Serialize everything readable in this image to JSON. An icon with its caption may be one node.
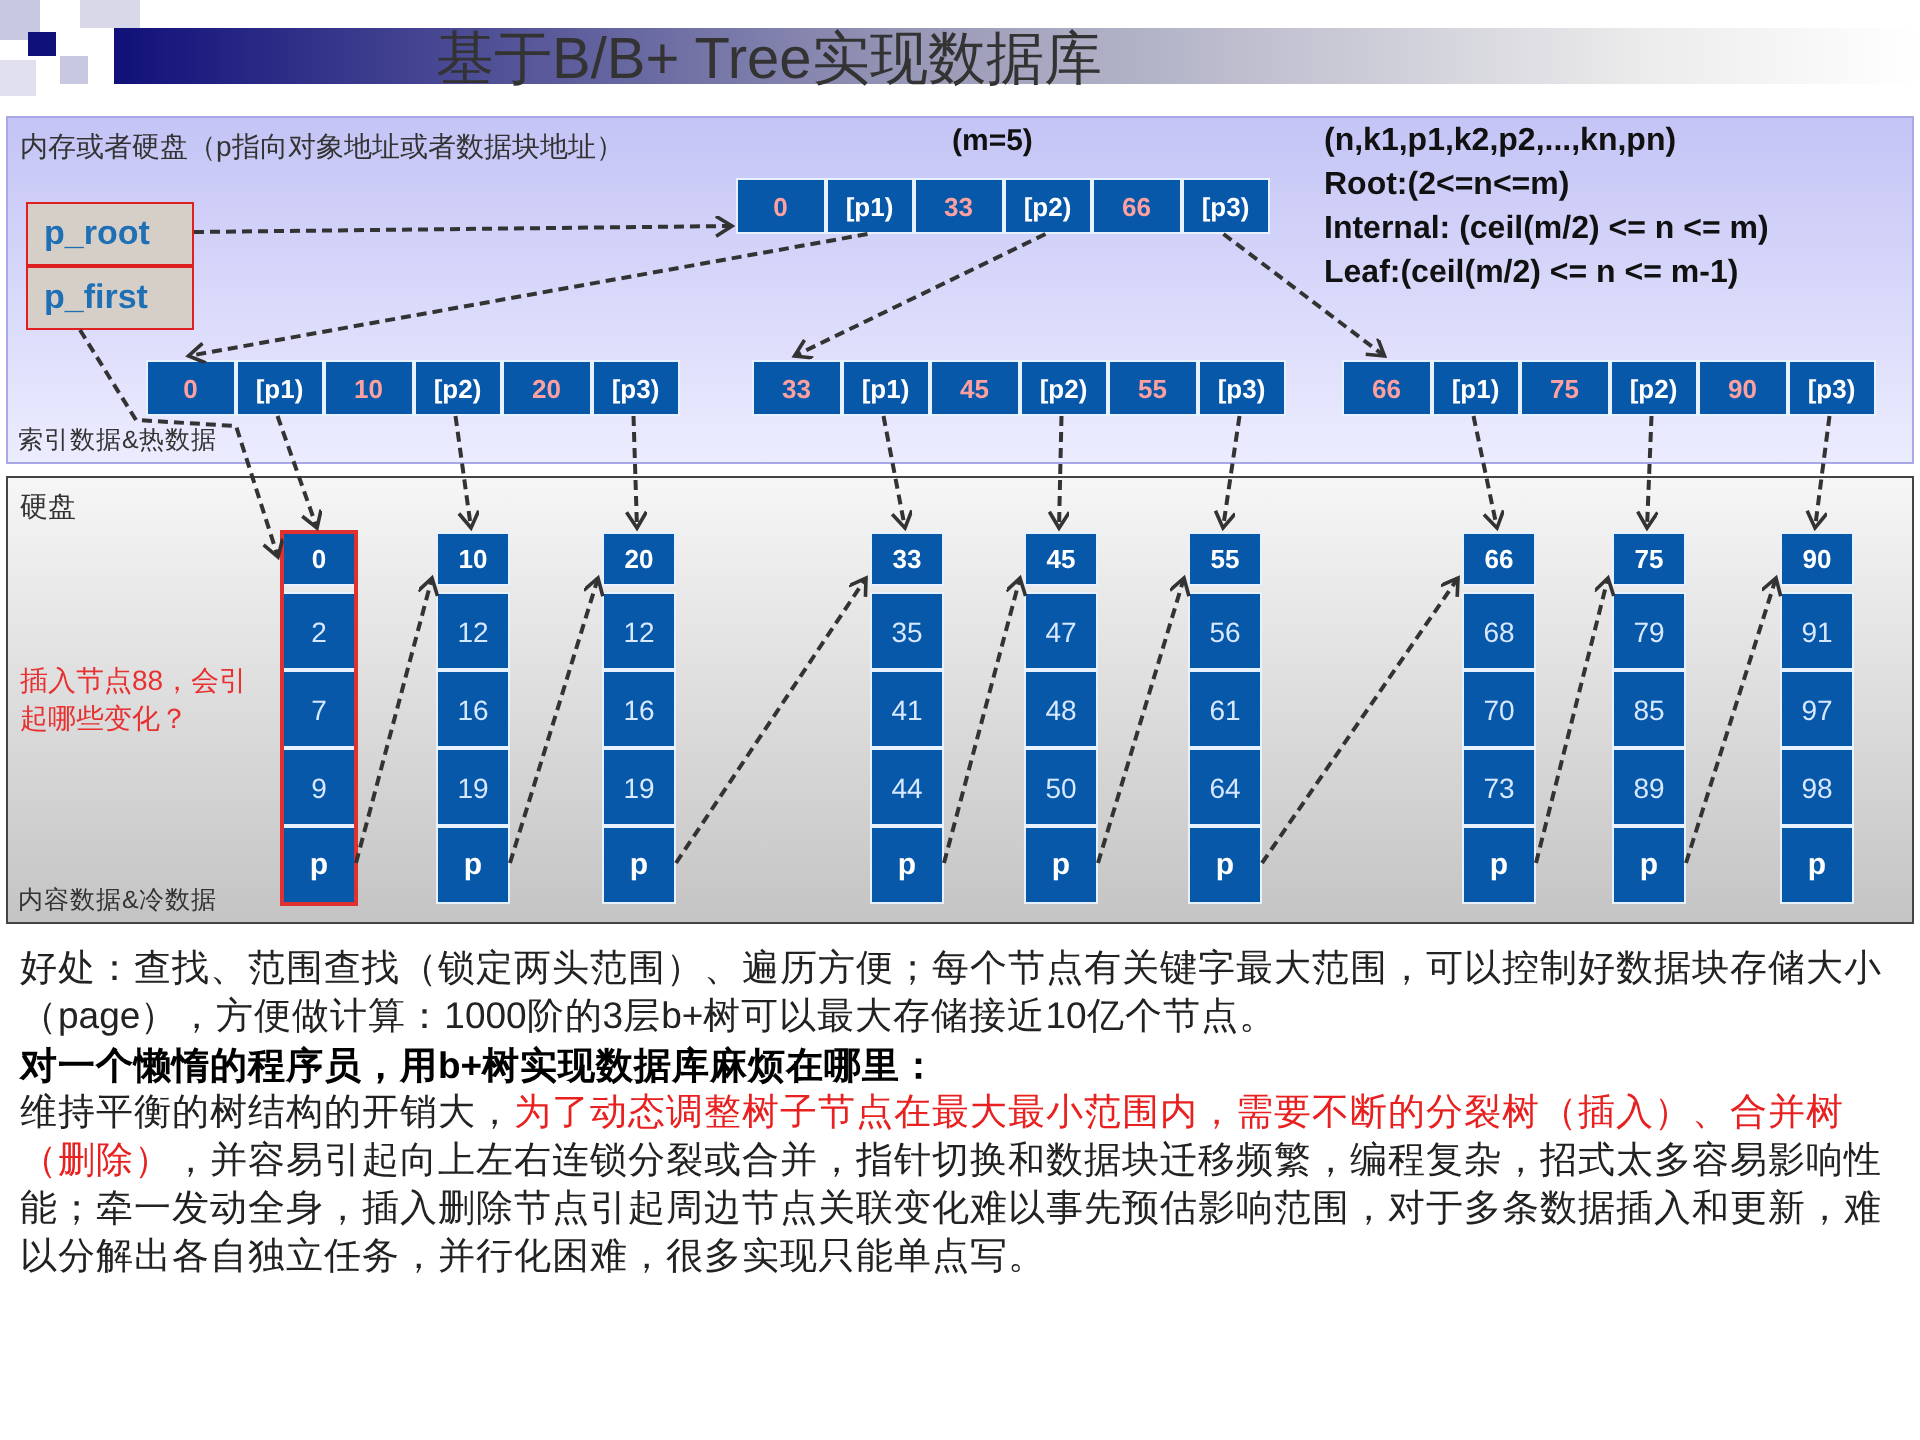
{
  "diagram": {
    "title": "基于B/B+ Tree实现数据库",
    "nodes": [
      {
        "text": [
          "内存或者硬盘（p指向对象地址或者数据块地址）",
          "索引数据&热数据"
        ]
      },
      {
        "text": [
          "硬盘",
          "内容数据&冷数据"
        ]
      },
      {
        "text": [
          "p_root"
        ],
        "in": 0
      },
      {
        "text": [
          "p_first"
        ],
        "in": 0
      },
      {
        "text": [
          "0"
        ],
        "in": 0
      },
      {
        "text": [
          "[p1)"
        ],
        "in": 0
      },
      {
        "text": [
          "33"
        ],
        "in": 0
      },
      {
        "text": [
          "[p2)"
        ],
        "in": 0
      },
      {
        "text": [
          "66"
        ],
        "in": 0
      },
      {
        "text": [
          "[p3)"
        ],
        "in": 0
      },
      {
        "text": [
          "0"
        ],
        "in": 0
      },
      {
        "text": [
          "[p1)"
        ],
        "in": 0
      },
      {
        "text": [
          "10"
        ],
        "in": 0
      },
      {
        "text": [
          "[p2)"
        ],
        "in": 0
      },
      {
        "text": [
          "20"
        ],
        "in": 0
      },
      {
        "text": [
          "[p3)"
        ],
        "in": 0
      },
      {
        "text": [
          "33"
        ],
        "in": 0
      },
      {
        "text": [
          "[p1)"
        ],
        "in": 0
      },
      {
        "text": [
          "45"
        ],
        "in": 0
      },
      {
        "text": [
          "[p2)"
        ],
        "in": 0
      },
      {
        "text": [
          "55"
        ],
        "in": 0
      },
      {
        "text": [
          "[p3)"
        ],
        "in": 0
      },
      {
        "text": [
          "66"
        ],
        "in": 0
      },
      {
        "text": [
          "[p1)"
        ],
        "in": 0
      },
      {
        "text": [
          "75"
        ],
        "in": 0
      },
      {
        "text": [
          "[p2)"
        ],
        "in": 0
      },
      {
        "text": [
          "90"
        ],
        "in": 0
      },
      {
        "text": [
          "[p3)"
        ],
        "in": 0
      },
      {
        "text": [
          "0"
        ],
        "in": 1
      },
      {
        "text": [
          "2"
        ],
        "in": 1
      },
      {
        "text": [
          "7"
        ],
        "in": 1
      },
      {
        "text": [
          "9"
        ],
        "in": 1
      },
      {
        "text": [
          "p"
        ],
        "in": 1
      },
      {
        "text": [
          "10"
        ],
        "in": 1
      },
      {
        "text": [
          "12"
        ],
        "in": 1
      },
      {
        "text": [
          "16"
        ],
        "in": 1
      },
      {
        "text": [
          "19"
        ],
        "in": 1
      },
      {
        "text": [
          "p"
        ],
        "in": 1
      },
      {
        "text": [
          "20"
        ],
        "in": 1
      },
      {
        "text": [
          "12"
        ],
        "in": 1
      },
      {
        "text": [
          "16"
        ],
        "in": 1
      },
      {
        "text": [
          "19"
        ],
        "in": 1
      },
      {
        "text": [
          "p"
        ],
        "in": 1
      },
      {
        "text": [
          "33"
        ],
        "in": 1
      },
      {
        "text": [
          "35"
        ],
        "in": 1
      },
      {
        "text": [
          "41"
        ],
        "in": 1
      },
      {
        "text": [
          "44"
        ],
        "in": 1
      },
      {
        "text": [
          "p"
        ],
        "in": 1
      },
      {
        "text": [
          "45"
        ],
        "in": 1
      },
      {
        "text": [
          "47"
        ],
        "in": 1
      },
      {
        "text": [
          "48"
        ],
        "in": 1
      },
      {
        "text": [
          "50"
        ],
        "in": 1
      },
      {
        "text": [
          "p"
        ],
        "in": 1
      },
      {
        "text": [
          "55"
        ],
        "in": 1
      },
      {
        "text": [
          "56"
        ],
        "in": 1
      },
      {
        "text": [
          "61"
        ],
        "in": 1
      },
      {
        "text": [
          "64"
        ],
        "in": 1
      },
      {
        "text": [
          "p"
        ],
        "in": 1
      },
      {
        "text": [
          "66"
        ],
        "in": 1
      },
      {
        "text": [
          "68"
        ],
        "in": 1
      },
      {
        "text": [
          "70"
        ],
        "in": 1
      },
      {
        "text": [
          "73"
        ],
        "in": 1
      },
      {
        "text": [
          "p"
        ],
        "in": 1
      },
      {
        "text": [
          "75"
        ],
        "in": 1
      },
      {
        "text": [
          "79"
        ],
        "in": 1
      },
      {
        "text": [
          "85"
        ],
        "in": 1
      },
      {
        "text": [
          "89"
        ],
        "in": 1
      },
      {
        "text": [
          "p"
        ],
        "in": 1
      },
      {
        "text": [
          "90"
        ],
        "in": 1
      },
      {
        "text": [
          "91"
        ],
        "in": 1
      },
      {
        "text": [
          "97"
        ],
        "in": 1
      },
      {
        "text": [
          "98"
        ],
        "in": 1
      },
      {
        "text": [
          "p"
        ],
        "in": 1
      }
    ],
    "edges": [
      {
        "from": 2,
        "to": 4,
        "arrow": "to"
      },
      {
        "from": 5,
        "to": 10,
        "arrow": "to"
      },
      {
        "from": 7,
        "to": 16,
        "arrow": "to"
      },
      {
        "from": 9,
        "to": 22,
        "arrow": "to"
      },
      {
        "from": 3,
        "to": 28,
        "arrow": "to"
      },
      {
        "from": 11,
        "to": 28,
        "arrow": "to"
      },
      {
        "from": 13,
        "to": 33,
        "arrow": "to"
      },
      {
        "from": 15,
        "to": 38,
        "arrow": "to"
      },
      {
        "from": 17,
        "to": 43,
        "arrow": "to"
      },
      {
        "from": 19,
        "to": 48,
        "arrow": "to"
      },
      {
        "from": 21,
        "to": 53,
        "arrow": "to"
      },
      {
        "from": 23,
        "to": 58,
        "arrow": "to"
      },
      {
        "from": 25,
        "to": 63,
        "arrow": "to"
      },
      {
        "from": 27,
        "to": 68,
        "arrow": "to"
      },
      {
        "from": 32,
        "to": 33,
        "arrow": "to"
      },
      {
        "from": 37,
        "to": 38,
        "arrow": "to"
      },
      {
        "from": 42,
        "to": 43,
        "arrow": "to"
      },
      {
        "from": 47,
        "to": 48,
        "arrow": "to"
      },
      {
        "from": 52,
        "to": 53,
        "arrow": "to"
      },
      {
        "from": 57,
        "to": 58,
        "arrow": "to"
      },
      {
        "from": 62,
        "to": 63,
        "arrow": "to"
      },
      {
        "from": 67,
        "to": 68,
        "arrow": "to"
      }
    ],
    "labels": [
      "(m=5)",
      "(n,k1,p1,k2,p2,...,kn,pn)",
      "Root:(2<=n<=m)",
      "Internal: (ceil(m/2) <= n <= m)",
      "Leaf:(ceil(m/2) <= n <= m-1)",
      "插入节点88，会引起哪些变化？",
      "好处：查找、范围查找（锁定两头范围）、遍历方便；每个节点有关键字最大范围，可以控制好数据块存储大小（page），方便做计算：1000阶的3层b+树可以最大存储接近10亿个节点。",
      "对一个懒惰的程序员，用b+树实现数据库麻烦在哪里：",
      "维持平衡的树结构的开销大，",
      "为了动态调整树子节点在最大最小范围内，需要不断的分裂树（插入）、合并树（删除）",
      "，并容易引起向上左右连锁分裂或合并，指针切换和数据块迁移频繁，编程复杂，招式太多容易影响性能；牵一发动全身，插入删除节点引起周边节点关联变化难以事先预估影响范围，对于多条数据插入和更新，难以分解出各自独立任务，并行化困难，很多实现只能单点写。"
    ]
  }
}
